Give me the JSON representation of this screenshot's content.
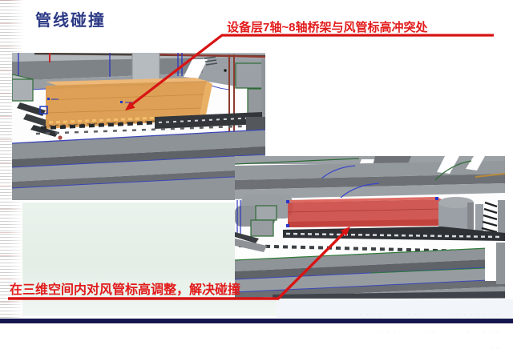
{
  "slide": {
    "title": "管线碰撞",
    "callouts": {
      "top": "设备层7轴~8轴桥架与风管标高冲突处",
      "bottom": "在三维空间内对风管标高调整，解决碰撞"
    },
    "colors": {
      "title_text": "#2c3a86",
      "callout_text": "#e21b1b",
      "leader_line": "#d81414",
      "clash_highlight_before": "#dc9c4f",
      "clash_highlight_after": "#cc4b47",
      "footer_bar": "#16164e"
    },
    "footer_marks": {
      "row1": "· · · ·        · · ·        · · · · · · · ·",
      "row2": "· · ·         · ·          ·    · · ·",
      "row3": "· ·"
    }
  }
}
